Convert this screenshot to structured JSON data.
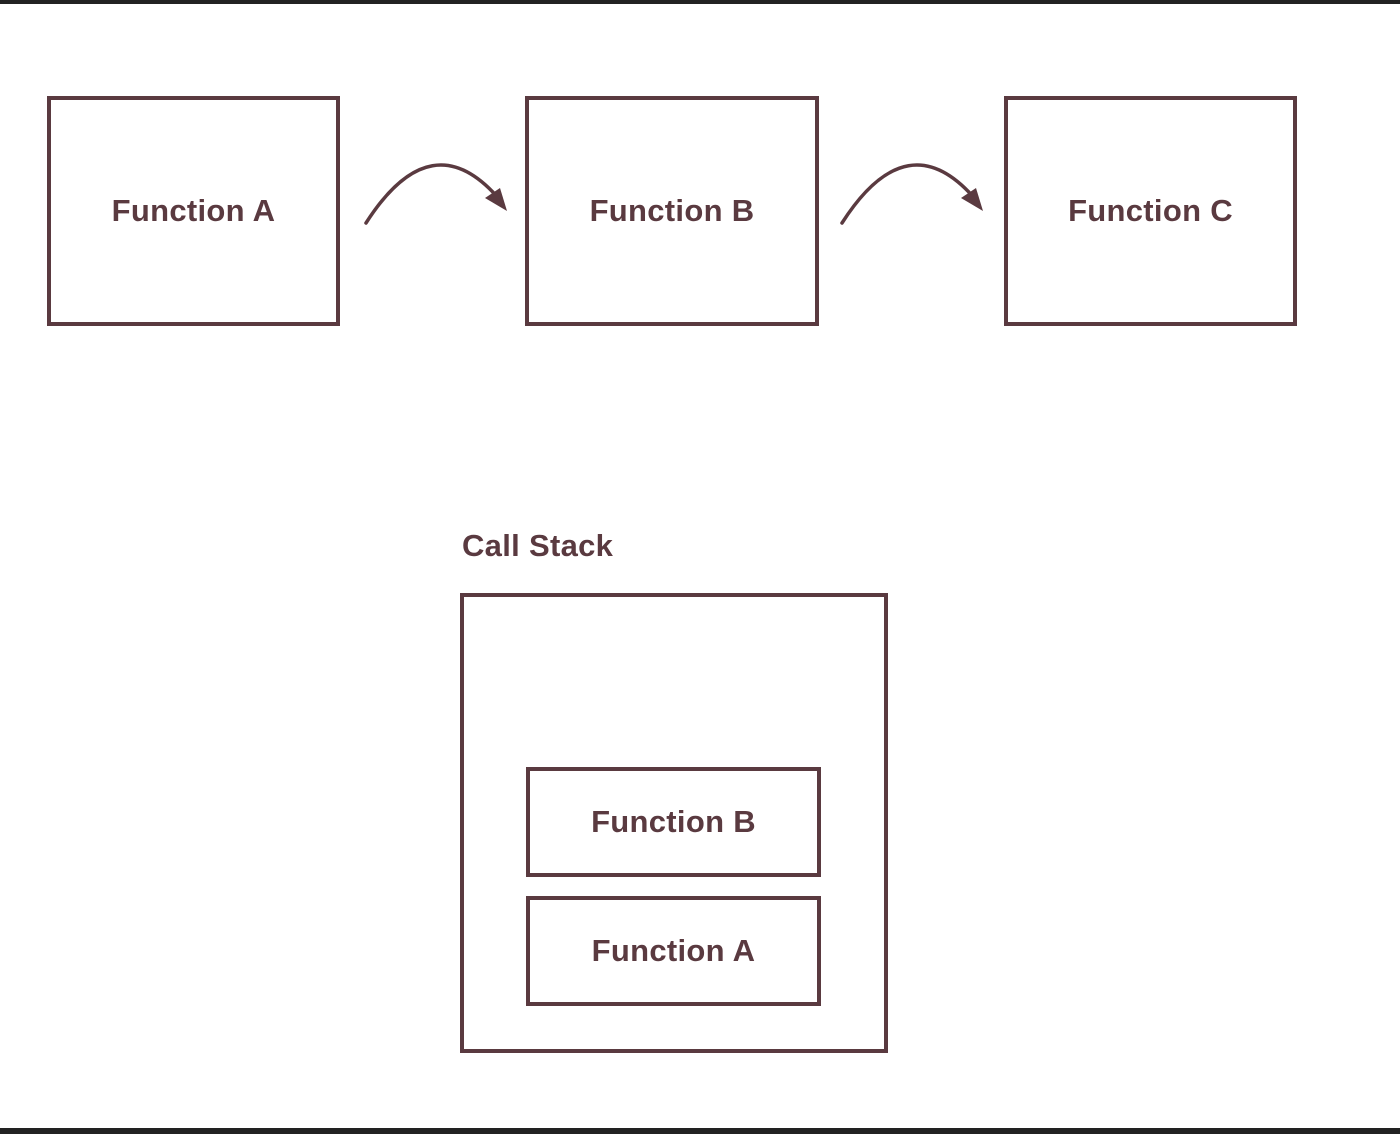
{
  "flow": {
    "functions": [
      {
        "label": "Function A"
      },
      {
        "label": "Function B"
      },
      {
        "label": "Function C"
      }
    ],
    "arrows": [
      {
        "from": "Function A",
        "to": "Function B"
      },
      {
        "from": "Function B",
        "to": "Function C"
      }
    ]
  },
  "call_stack": {
    "title": "Call Stack",
    "frames": [
      {
        "label": "Function B"
      },
      {
        "label": "Function A"
      }
    ]
  },
  "colors": {
    "stroke": "#5a3a40",
    "text": "#5a3a40",
    "background": "#ffffff",
    "frame_border": "#222222"
  }
}
